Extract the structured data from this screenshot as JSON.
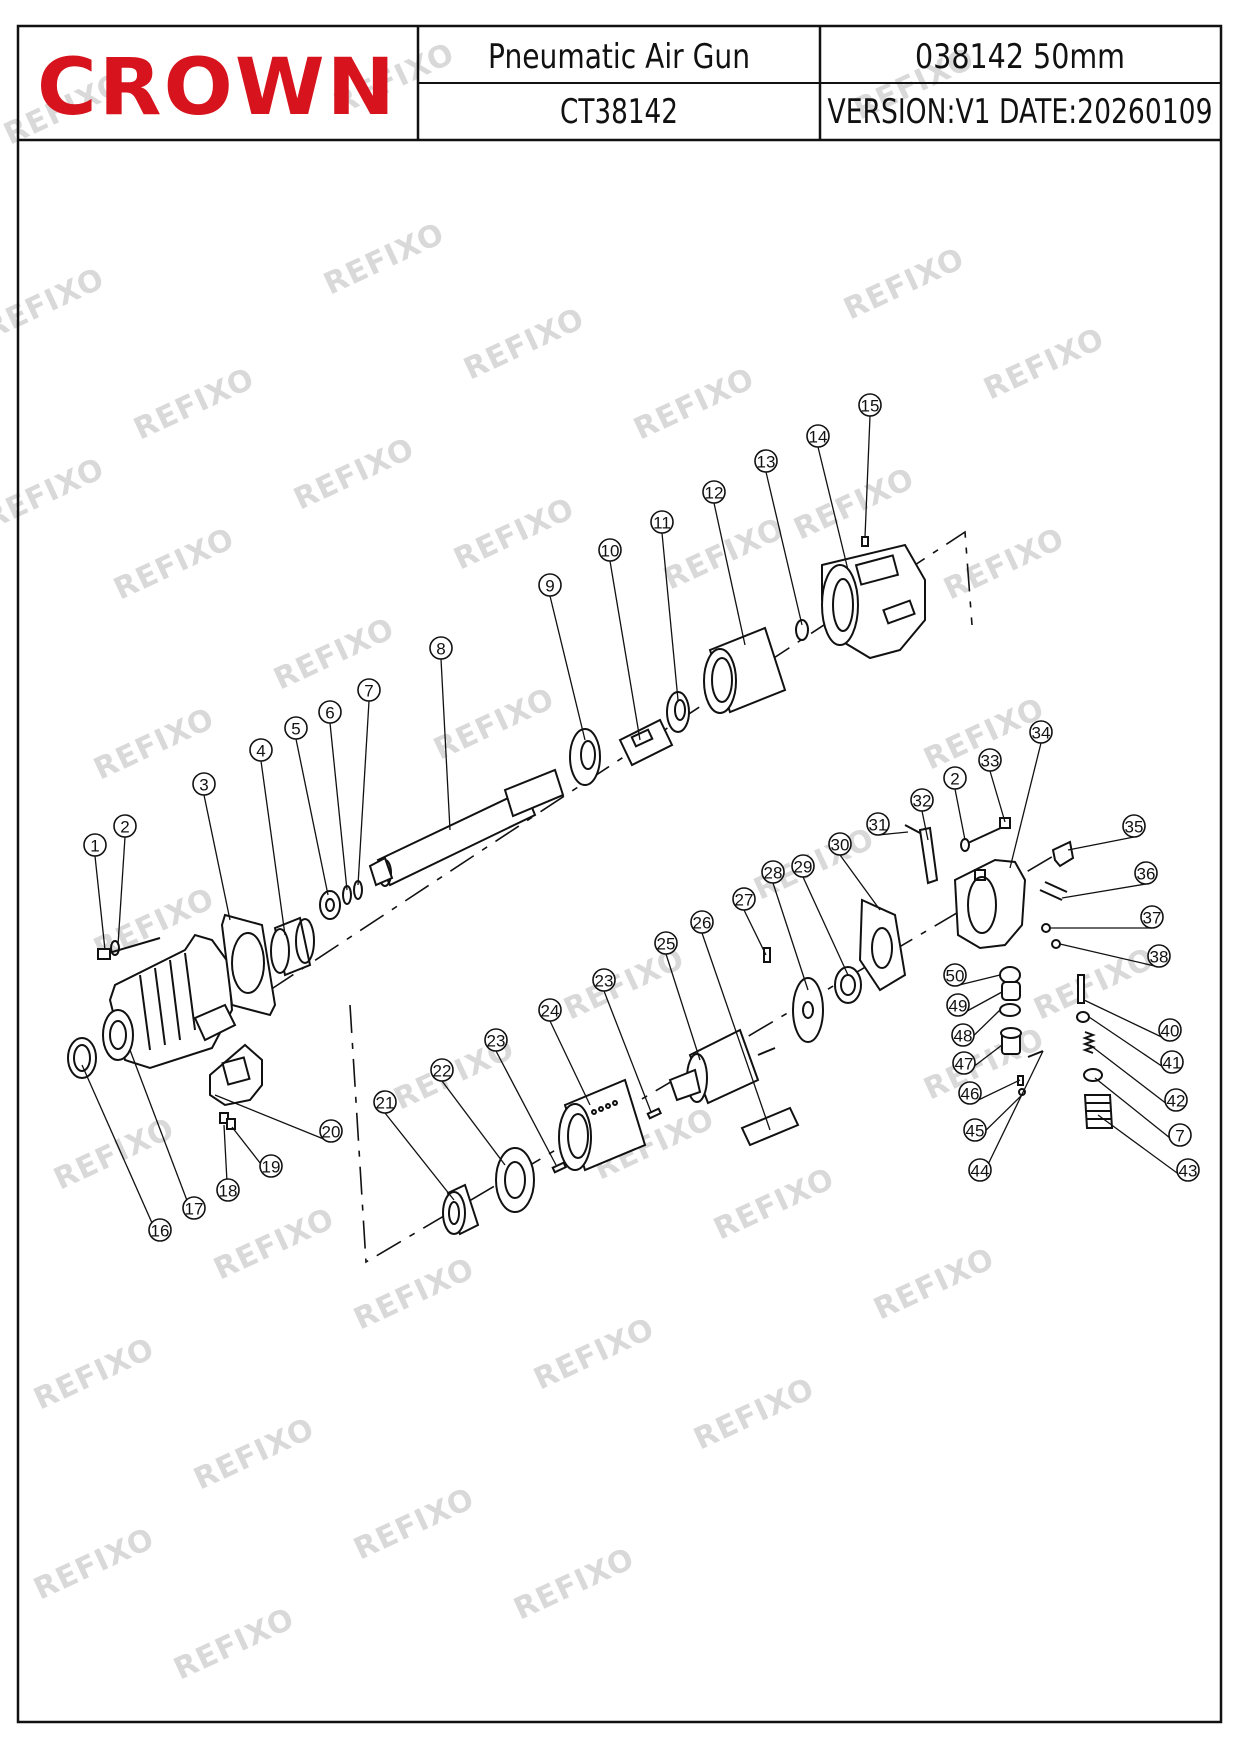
{
  "header": {
    "brand": "CROWN",
    "product_name": "Pneumatic Air Gun",
    "model": "CT38142",
    "code_size": "038142 50mm",
    "version_date": "VERSION:V1  DATE:20260109"
  },
  "watermark": "REFIXO",
  "colors": {
    "brand": "#d7141e",
    "line": "#111111",
    "watermark": "#d9d9d9"
  },
  "parts": [
    {
      "n": "1"
    },
    {
      "n": "2"
    },
    {
      "n": "3"
    },
    {
      "n": "4"
    },
    {
      "n": "5"
    },
    {
      "n": "6"
    },
    {
      "n": "7"
    },
    {
      "n": "8"
    },
    {
      "n": "9"
    },
    {
      "n": "10"
    },
    {
      "n": "11"
    },
    {
      "n": "12"
    },
    {
      "n": "13"
    },
    {
      "n": "14"
    },
    {
      "n": "15"
    },
    {
      "n": "16"
    },
    {
      "n": "17"
    },
    {
      "n": "18"
    },
    {
      "n": "19"
    },
    {
      "n": "20"
    },
    {
      "n": "21"
    },
    {
      "n": "22"
    },
    {
      "n": "23"
    },
    {
      "n": "24"
    },
    {
      "n": "23"
    },
    {
      "n": "25"
    },
    {
      "n": "26"
    },
    {
      "n": "27"
    },
    {
      "n": "28"
    },
    {
      "n": "29"
    },
    {
      "n": "30"
    },
    {
      "n": "31"
    },
    {
      "n": "32"
    },
    {
      "n": "2"
    },
    {
      "n": "33"
    },
    {
      "n": "34"
    },
    {
      "n": "35"
    },
    {
      "n": "36"
    },
    {
      "n": "37"
    },
    {
      "n": "38"
    },
    {
      "n": "50"
    },
    {
      "n": "49"
    },
    {
      "n": "48"
    },
    {
      "n": "47"
    },
    {
      "n": "46"
    },
    {
      "n": "45"
    },
    {
      "n": "44"
    },
    {
      "n": "40"
    },
    {
      "n": "41"
    },
    {
      "n": "42"
    },
    {
      "n": "7"
    },
    {
      "n": "43"
    }
  ]
}
